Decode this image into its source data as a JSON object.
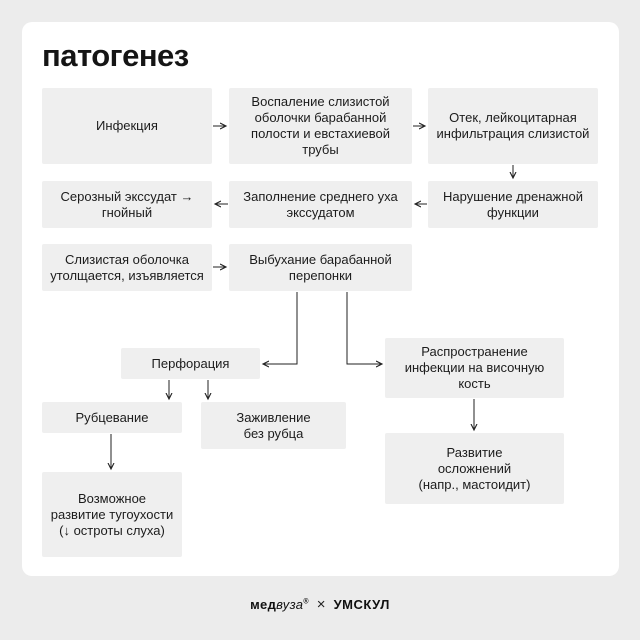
{
  "title": "патогенез",
  "nodes": {
    "infection": "Инфекция",
    "inflammation": "Воспаление слизистой\nоболочки барабанной\nполости и евстахиевой\nтрубы",
    "edema": "Отек, лейкоцитарная\nинфильтрация слизистой",
    "drainage": "Нарушение дренажной\nфункции",
    "filling": "Заполнение среднего уха\nэкссудатом",
    "exudate": "Серозный экссудат →\nгнойный",
    "thickening": "Слизистая оболочка\nутолщается, изъявляется",
    "bulging": "Выбухание барабанной\nперепонки",
    "perforation": "Перфорация",
    "spread": "Распространение\nинфекции на височную\nкость",
    "scarring": "Рубцевание",
    "healing": "Заживление\nбез рубца",
    "complications": "Развитие\nосложнений\n(напр., мастоидит)",
    "hearing": "Возможное\nразвитие тугоухости\n(↓ остроты слуха)"
  },
  "footer": {
    "brand1_a": "мед",
    "brand1_b": "вуза",
    "brand1_mark": "®",
    "separator": "×",
    "brand2": "УМСКУЛ"
  }
}
